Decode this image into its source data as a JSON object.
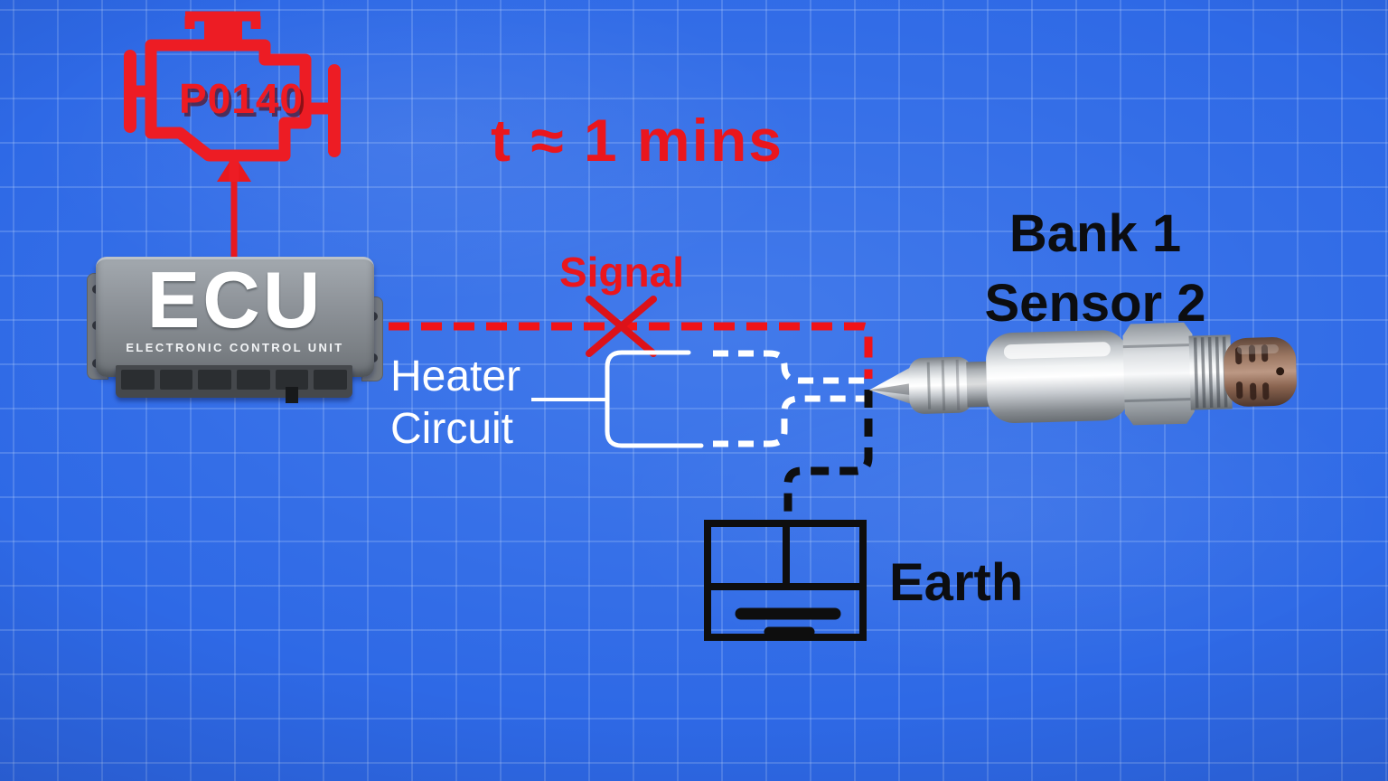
{
  "scene": {
    "background_color": "#2e69e6",
    "grid_color": "rgba(195,218,255,0.22)"
  },
  "engine_icon": {
    "code": "P0140",
    "color": "#ee1b22"
  },
  "timer": {
    "text": "t ≈ 1 mins",
    "color": "#ea161d"
  },
  "ecu": {
    "title": "ECU",
    "subtitle": "ELECTRONIC CONTROL UNIT",
    "body_color": "#8b9096",
    "connector_color": "#45484c"
  },
  "wires": {
    "signal": {
      "label": "Signal",
      "color": "#f01318",
      "style": "dashed",
      "state": "broken"
    },
    "heater": {
      "label_line1": "Heater",
      "label_line2": "Circuit",
      "color": "#ffffff",
      "style": "dashed"
    },
    "ground": {
      "color": "#0e0e0e",
      "style": "dashed"
    }
  },
  "sensor": {
    "label_line1": "Bank 1",
    "label_line2": "Sensor 2",
    "kind": "oxygen-sensor"
  },
  "earth": {
    "label": "Earth",
    "color": "#0e0e0e"
  }
}
